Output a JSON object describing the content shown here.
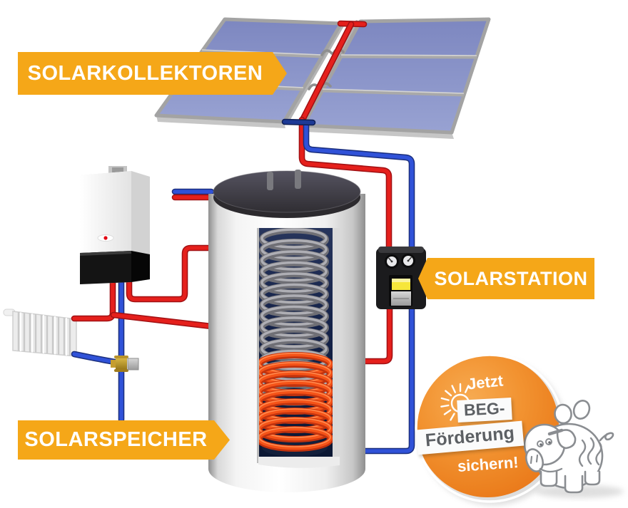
{
  "labels": {
    "collectors": "SOLARKOLLEKTOREN",
    "station": "SOLARSTATION",
    "storage": "SOLARSPEICHER"
  },
  "badge": {
    "jetzt": "Jetzt",
    "beg": "BEG-",
    "foerderung": "Förderung",
    "sichern": "sichern!"
  },
  "icons": {
    "sun": "sun-icon",
    "piggy_bank": "piggy-bank-icon",
    "coins": "coins-icon",
    "gauges": "gauge-icons"
  },
  "colors": {
    "banner": "#F5A718",
    "banner_text": "#FFFFFF",
    "badge_gradient_light": "#F7AB52",
    "badge_gradient_dark": "#E97417",
    "badge_box_text": "#5D6064",
    "pipe_hot": "#E5201C",
    "pipe_cold": "#3052D8",
    "solar_coil": "#F55318",
    "heating_coil": "#AEAEB4",
    "panel_blue": "#8A94C9",
    "tank_interior": "#15234A",
    "station_body": "#1B1B1D"
  }
}
